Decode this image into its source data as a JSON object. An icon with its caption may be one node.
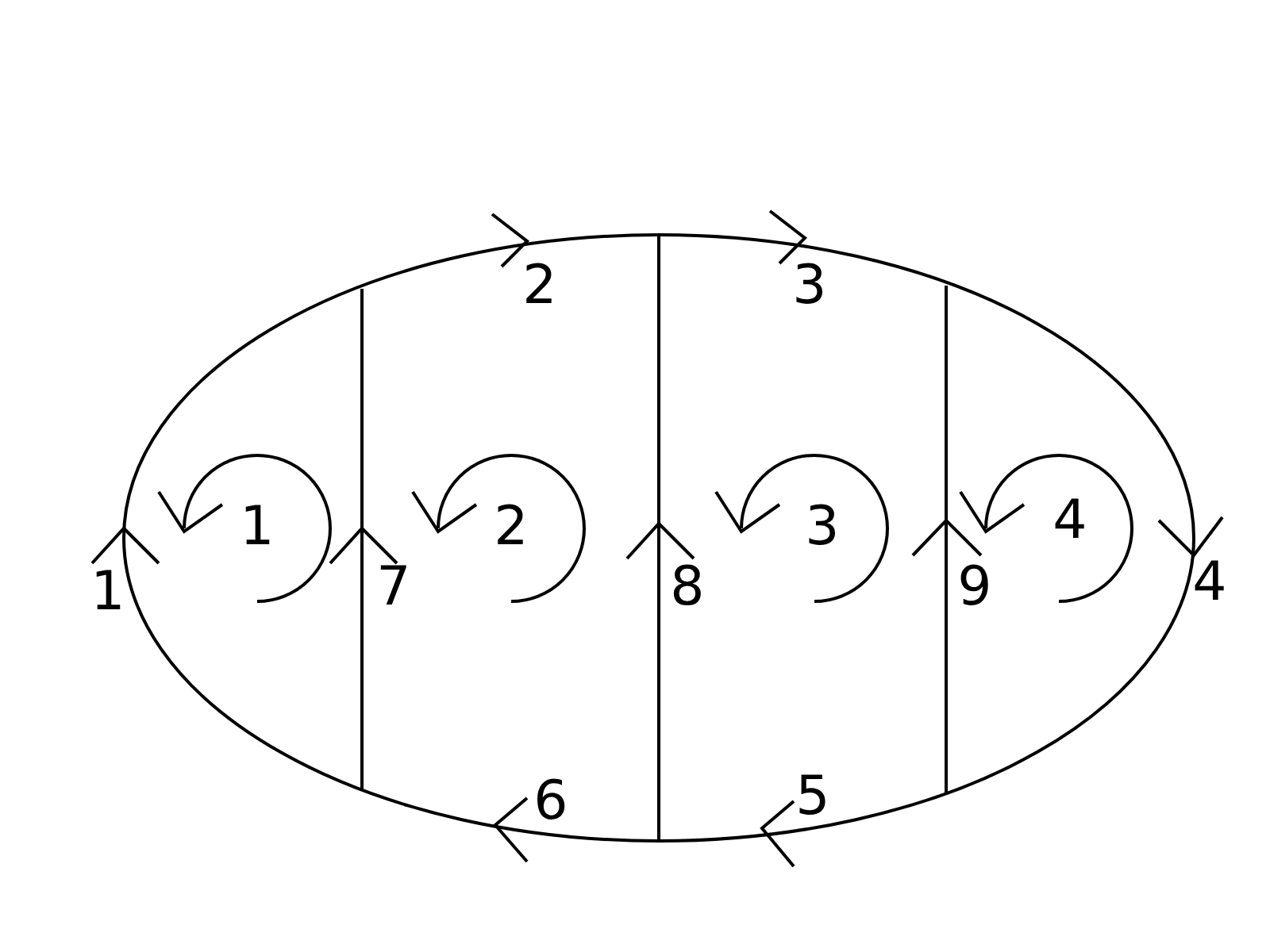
{
  "diagram": {
    "labels": [
      "2",
      "3",
      "1",
      "1",
      "7",
      "2",
      "8",
      "3",
      "9",
      "4",
      "4",
      "6",
      "5"
    ]
  }
}
